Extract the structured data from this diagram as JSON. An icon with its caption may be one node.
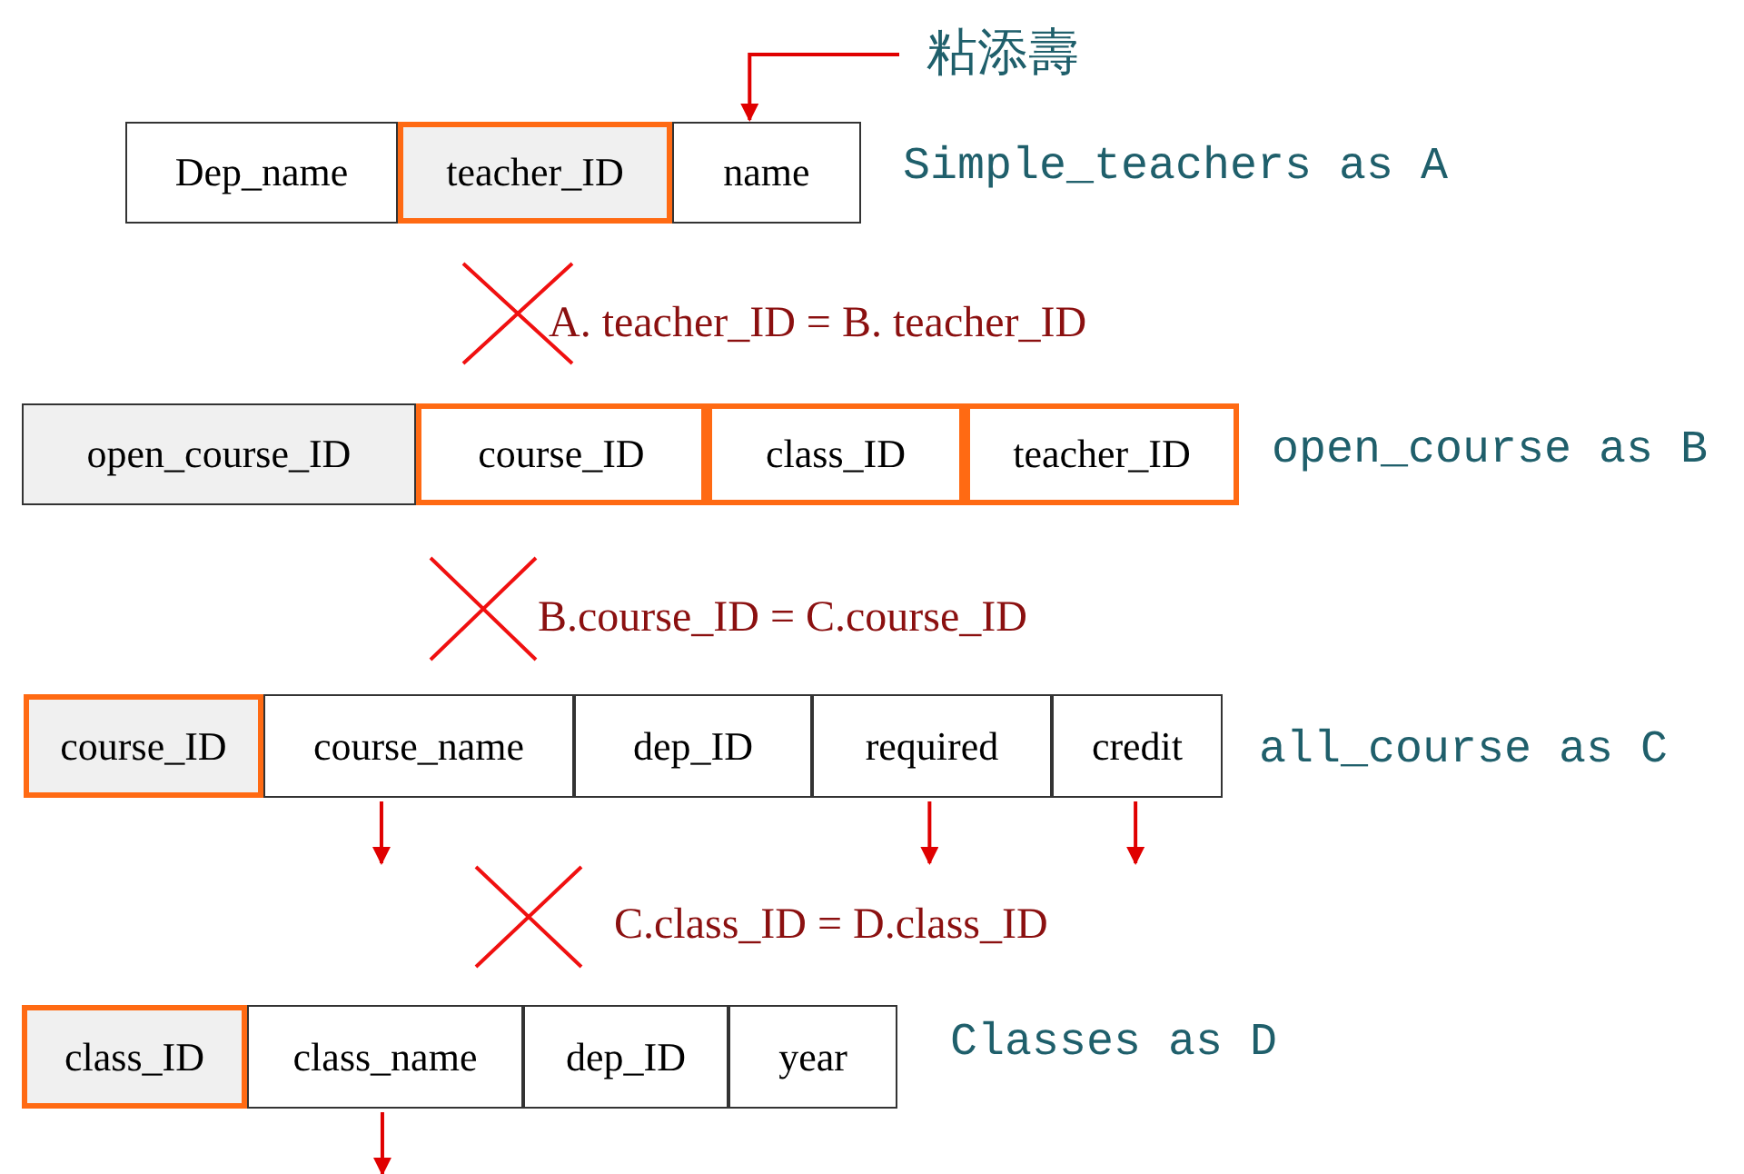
{
  "diagram": {
    "nodes": [
      {
        "text": [
          "Dep_name"
        ]
      },
      {
        "text": [
          "teacher_ID"
        ]
      },
      {
        "text": [
          "name"
        ]
      },
      {
        "text": [
          "粘添壽"
        ]
      },
      {
        "text": [
          "open_course_ID"
        ]
      },
      {
        "text": [
          "course_ID"
        ]
      },
      {
        "text": [
          "class_ID"
        ]
      },
      {
        "text": [
          "teacher_ID"
        ]
      },
      {
        "text": [
          "course_ID"
        ]
      },
      {
        "text": [
          "course_name"
        ]
      },
      {
        "text": [
          "dep_ID"
        ]
      },
      {
        "text": [
          "required"
        ]
      },
      {
        "text": [
          "credit"
        ]
      },
      {
        "text": [
          "class_ID"
        ]
      },
      {
        "text": [
          "class_name"
        ]
      },
      {
        "text": [
          "dep_ID"
        ]
      },
      {
        "text": [
          "year"
        ]
      }
    ],
    "edges": [
      {
        "from": 3,
        "to": 2,
        "arrow": "to"
      },
      {
        "from": 9,
        "to": null,
        "arrow": "to"
      },
      {
        "from": 11,
        "to": null,
        "arrow": "to"
      },
      {
        "from": 12,
        "to": null,
        "arrow": "to"
      },
      {
        "from": 14,
        "to": null,
        "arrow": "to"
      }
    ],
    "labels": [
      "Simple_teachers as A",
      "A. teacher_ID = B. teacher_ID",
      "open_course as B",
      "B.course_ID = C.course_ID",
      "all_course as C",
      "C.class_ID = D.class_ID",
      "Classes as D"
    ]
  }
}
